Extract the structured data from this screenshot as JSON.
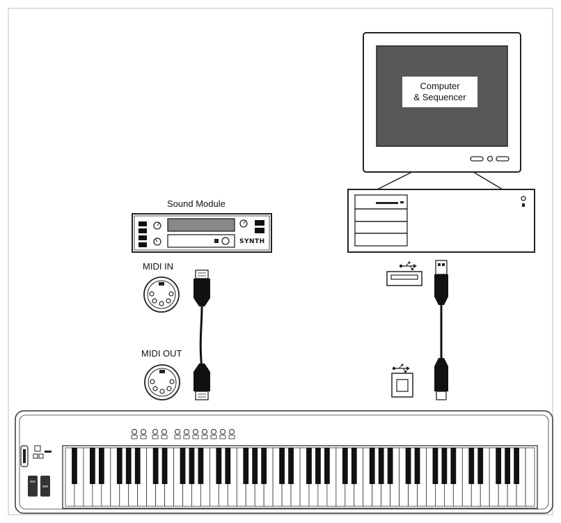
{
  "labels": {
    "computer_line1": "Computer",
    "computer_line2": "& Sequencer",
    "sound_module": "Sound Module",
    "synth_badge": "SYNTH",
    "midi_in": "MIDI IN",
    "midi_out": "MIDI OUT"
  },
  "colors": {
    "screen": "#585858",
    "outline": "#222222",
    "cable": "#111111",
    "key_white": "#ffffff",
    "key_black": "#111111"
  },
  "keyboard": {
    "white_key_count": 52
  },
  "icons": [
    "usb-symbol-icon",
    "midi-din-connector-icon",
    "usb-a-port-icon",
    "usb-b-port-icon"
  ]
}
